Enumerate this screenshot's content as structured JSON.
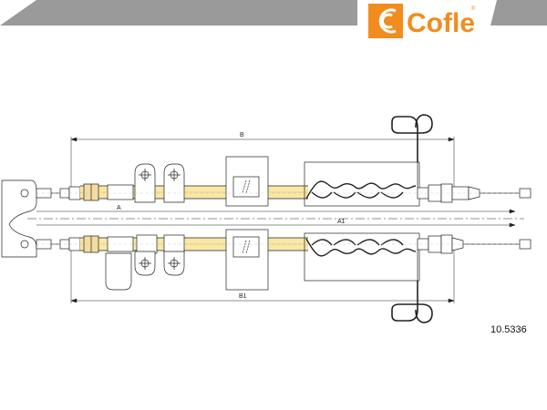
{
  "brand": {
    "name": "Cofle",
    "registered": "®",
    "color": "#f28c1e",
    "banner_color": "#9a9a9a"
  },
  "part_number": "10.5336",
  "dimensions": {
    "top_length": "B",
    "bottom_length": "B1",
    "top_offset": "A",
    "bottom_offset": "A1"
  },
  "colors": {
    "line": "#222222",
    "highlight": "#f0d070"
  }
}
